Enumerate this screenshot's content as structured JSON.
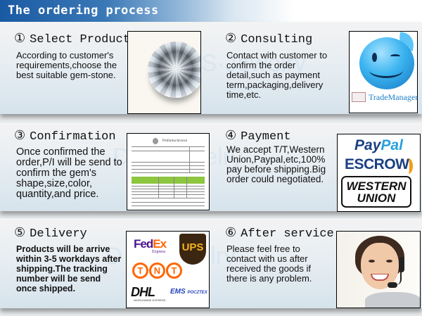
{
  "header": {
    "title": "The ordering process"
  },
  "watermark": "D·S·Jewelry",
  "steps": [
    {
      "number": "①",
      "title": "Select Product",
      "description": "According to customer's requirements,choose the best suitable gem-stone.",
      "image": "gemstone"
    },
    {
      "number": "②",
      "title": "Consulting",
      "description": "Contact with customer to confirm the order detail,such as payment term,packaging,delivery time,etc.",
      "image": "trademanager",
      "image_label": "TradeManager"
    },
    {
      "number": "③",
      "title": "Confirmation",
      "description": "Once confirmed the order,P/I will be send to confirm the gem's shape,size,color, quantity,and price.",
      "image": "proforma-invoice",
      "image_label": "Proforma Invoice"
    },
    {
      "number": "④",
      "title": "Payment",
      "description": "We accept T/T,Western Union,Paypal,etc,100% pay before shipping.Big order could negotiated.",
      "image": "payment-logos",
      "logos": {
        "paypal_1": "Pay",
        "paypal_2": "Pal",
        "escrow": "ESCROW",
        "wu_1": "WESTERN",
        "wu_2": "UNION"
      }
    },
    {
      "number": "⑤",
      "title": "Delivery",
      "description": "Products will be arrive within 3-5 workdays after shipping.The tracking number will be send once shipped.",
      "image": "courier-logos",
      "logos": {
        "fedex_1": "Fed",
        "fedex_2": "Ex",
        "fedex_sub": "Express",
        "ups": "UPS",
        "tnt": [
          "T",
          "N",
          "T"
        ],
        "dhl": "DHL",
        "dhl_sub": "WORLDWIDE EXPRESS",
        "ems": "EMS",
        "ems_sub": "POCZTEX"
      }
    },
    {
      "number": "⑥",
      "title": "After service",
      "description": "Please feel free to contact with us after received the goods if there is any problem.",
      "image": "customer-support-agent"
    }
  ],
  "colors": {
    "header_start": "#1a5aa3",
    "paypal_dark": "#1b3f82",
    "paypal_light": "#2aa0db",
    "fedex_purple": "#4d148c",
    "fedex_orange": "#ff6600",
    "tnt_orange": "#ff6600",
    "ups_brown": "#3b2611",
    "ups_gold": "#f6b21c",
    "trademanager_blue": "#1a7fc9",
    "invoice_green": "#8dc63f"
  }
}
